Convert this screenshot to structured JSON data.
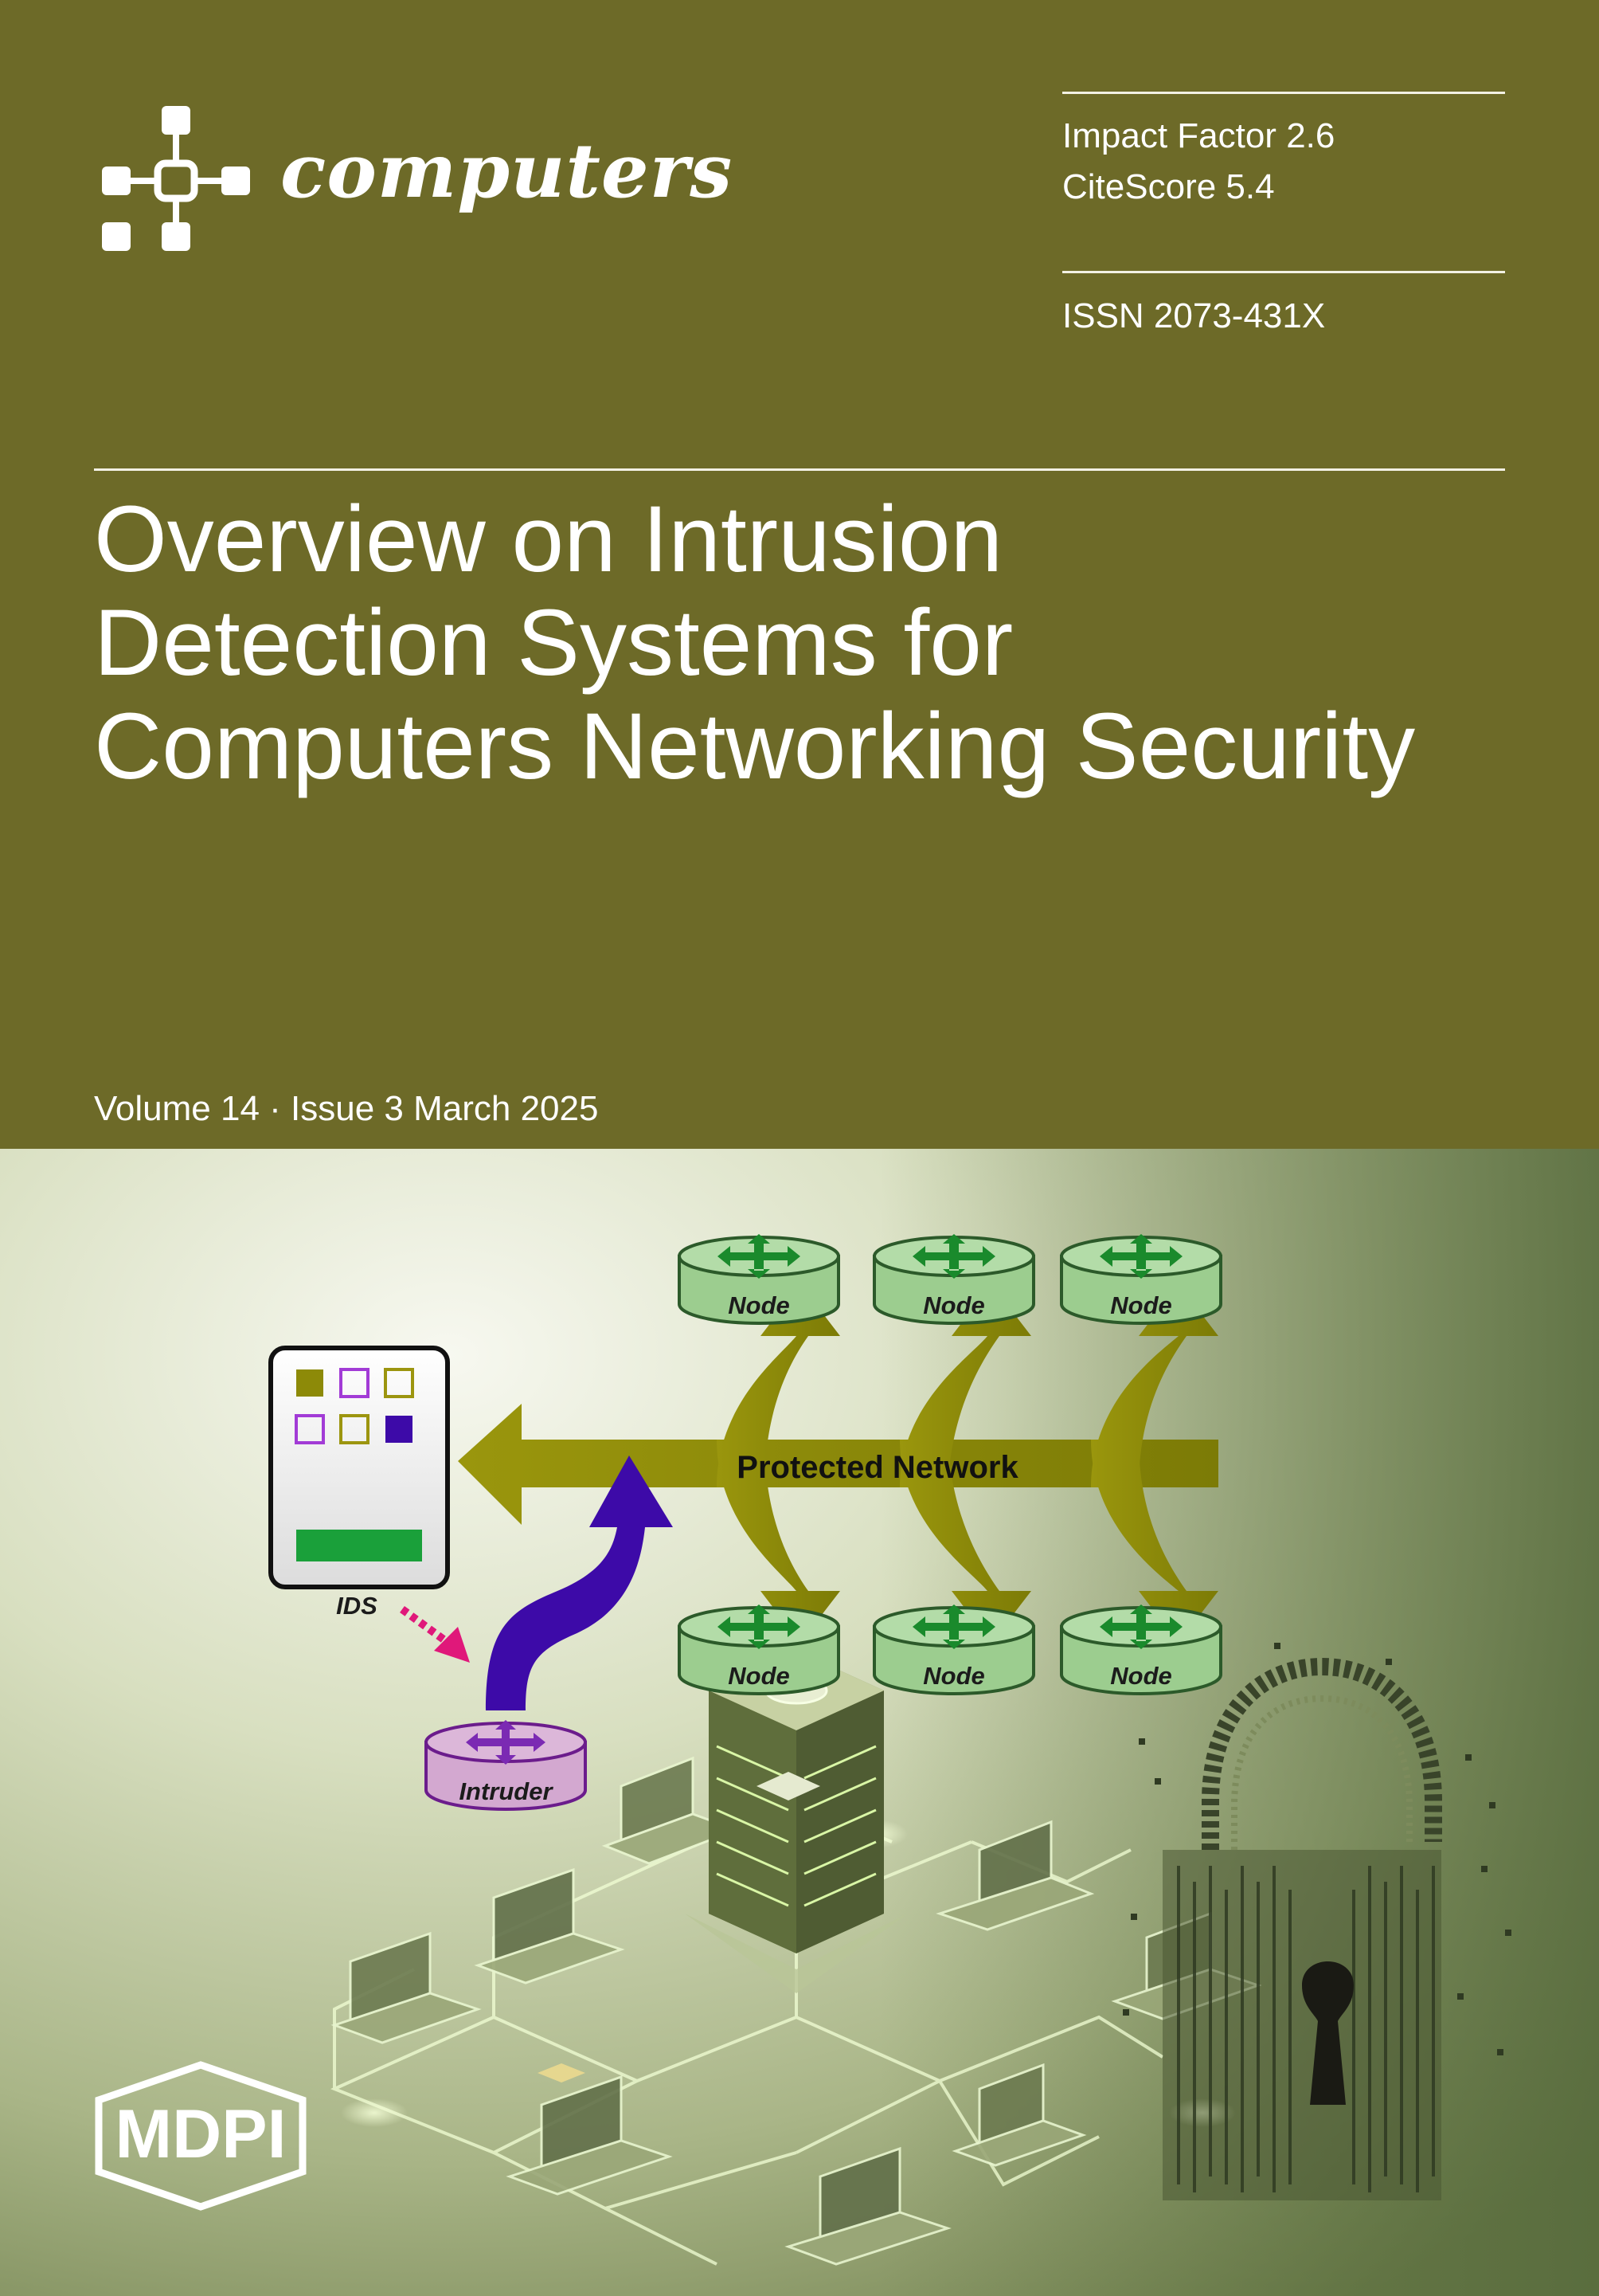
{
  "journal": {
    "name": "computers"
  },
  "metrics": {
    "impact_factor": "Impact Factor 2.6",
    "citescore": "CiteScore 5.4",
    "issn": "ISSN 2073-431X"
  },
  "title_lines": [
    "Overview on Intrusion",
    "Detection Systems for",
    "Computers Networking Security"
  ],
  "issue": "Volume 14 · Issue 3 March 2025",
  "diagram": {
    "ids_label": "IDS",
    "network_label": "Protected Network",
    "node_label": "Node",
    "intruder_label": "Intruder"
  },
  "publisher": {
    "logo_text": "MDPI"
  },
  "colors": {
    "top_band": "#6d6a28",
    "network_arrow": "#8d8a08",
    "intruder_arrow": "#3d0aa8",
    "ids_arrow": "#e0187a",
    "node_fill": "#9ccd8f",
    "node_arrows": "#1a8a2c",
    "intruder_fill": "#d3a8d0",
    "intruder_arrows": "#7b2ab3",
    "ids_green_bar": "#1aa03a"
  }
}
